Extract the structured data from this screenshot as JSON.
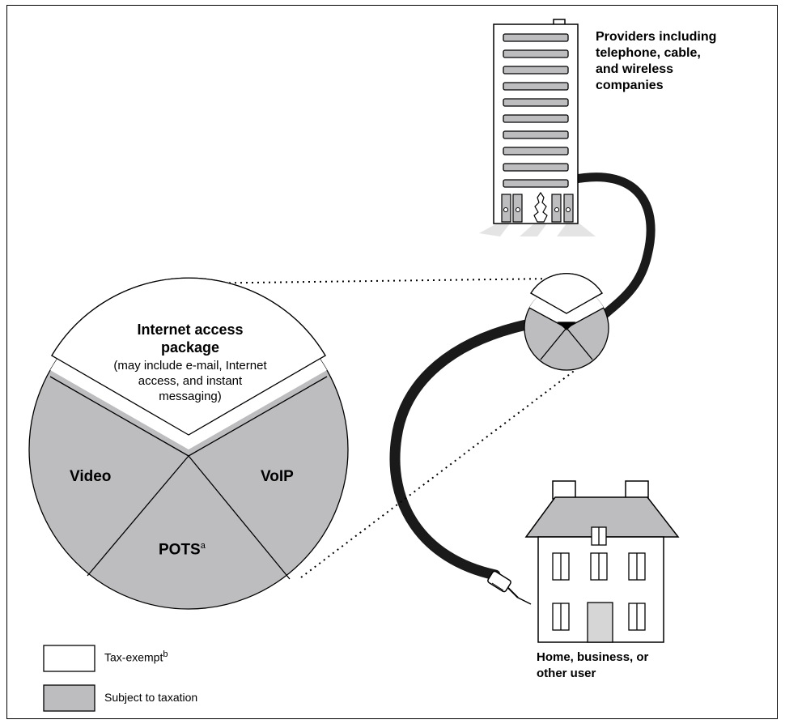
{
  "provider_label": [
    "Providers including",
    "telephone, cable,",
    "and wireless",
    "companies"
  ],
  "user_label": [
    "Home, business, or",
    "other user"
  ],
  "package": {
    "title": [
      "Internet access",
      "package"
    ],
    "description": [
      "(may include e-mail, Internet",
      "access, and instant",
      "messaging)"
    ]
  },
  "segments": {
    "video": "Video",
    "voip": "VoIP",
    "pots": "POTS",
    "pots_note": "a"
  },
  "legend": {
    "exempt_label": "Tax-exempt",
    "exempt_note": "b",
    "taxed_label": "Subject to taxation"
  },
  "colors": {
    "taxed": "#bdbdbf",
    "exempt": "#ffffff",
    "cable": "#1a1a1a",
    "outline": "#000000"
  }
}
